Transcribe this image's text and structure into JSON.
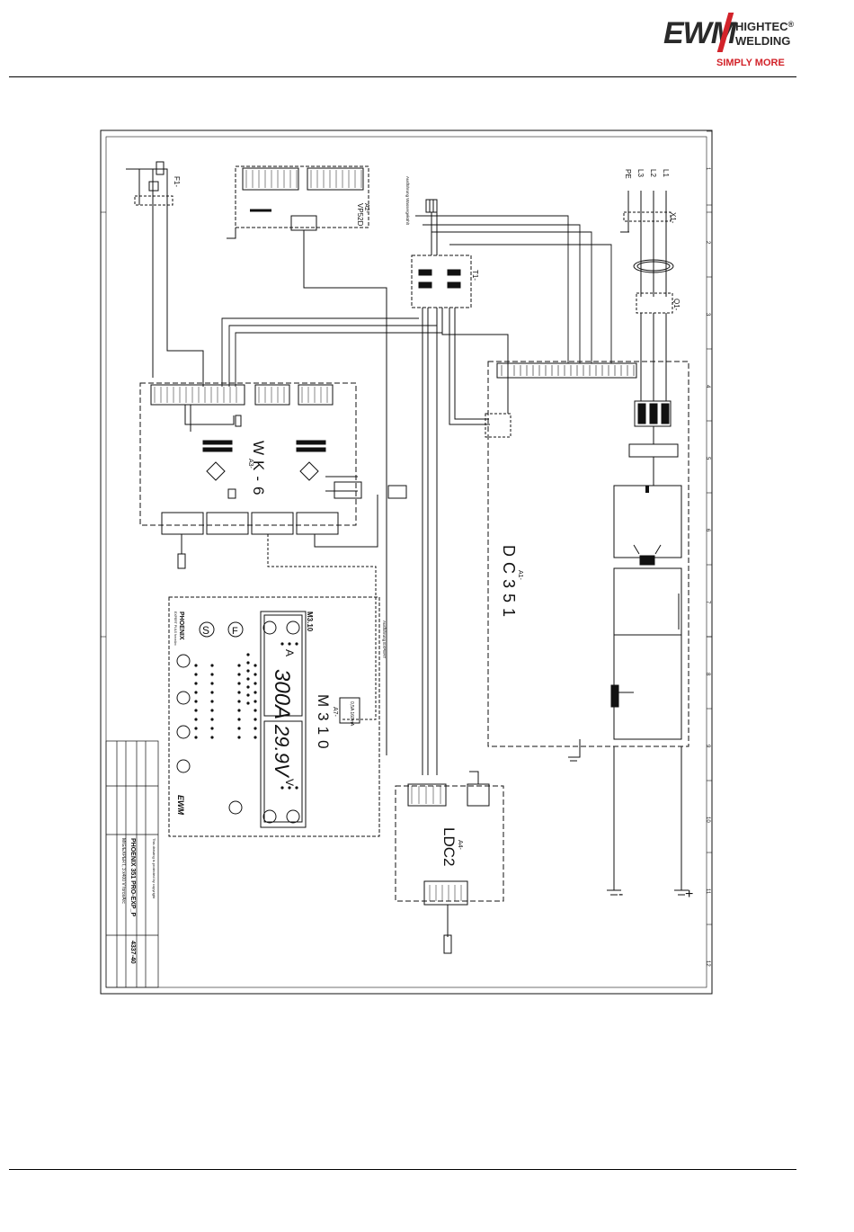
{
  "brand": {
    "logo_text": "EWM",
    "line1": "HIGHTEC",
    "registered": "®",
    "line2": "WELDING",
    "tagline": "SIMPLY MORE"
  },
  "diagram": {
    "modules": {
      "dc": "DC351",
      "dc_ref": "A1-",
      "wk": "WK-6",
      "wk_ref": "A3-",
      "m": "M310",
      "m_ref": "A7-",
      "ldc": "LDC2",
      "ldc_ref": "A4-",
      "vp": "VP52D",
      "vp_ref": "A2-",
      "t1": "T1-",
      "f1": "F1-",
      "q1": "Q1-",
      "x1": "X1-"
    },
    "mains": [
      "PE",
      "L3",
      "L2",
      "L1"
    ],
    "polarity": {
      "minus": "-",
      "plus": "+"
    },
    "notes": {
      "expert": "Ausführung EXPERT",
      "water": "Ausführung Wassergekühlt",
      "fuse": "0,5A 160mA"
    },
    "panel": {
      "brand": "PHOENIX",
      "sub": "EXPERT PULS forceArc",
      "model": "M3.10",
      "amps": "300A",
      "volts": "29.9V",
      "unit_a": "A",
      "unit_v": "V",
      "btn_s": "S",
      "btn_f": "F",
      "ewm": "EWM"
    },
    "title_block": {
      "product": "PHOENIX 351 PRO-EXP_P",
      "subtitle": "MIG/EXPERT, 3 x400 V forceArc",
      "drawing_no": "4337-40",
      "copyright": "This drawing is protected by copyright"
    },
    "ruler": [
      "1",
      "2",
      "3",
      "4",
      "5",
      "6",
      "7",
      "8",
      "9",
      "10",
      "11",
      "12"
    ]
  }
}
